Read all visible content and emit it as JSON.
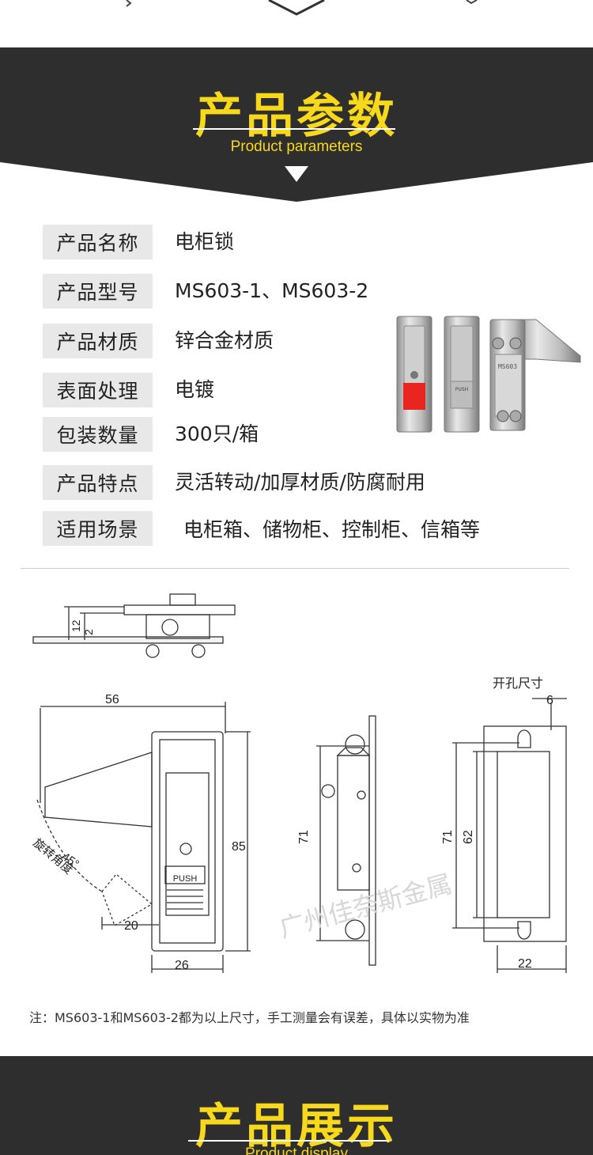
{
  "section1": {
    "title": "产品参数",
    "subtitle": "Product parameters"
  },
  "params": [
    {
      "label": "产品名称",
      "value": "电柜锁"
    },
    {
      "label": "产品型号",
      "value": "MS603-1、MS603-2"
    },
    {
      "label": "产品材质",
      "value": "锌合金材质"
    },
    {
      "label": "表面处理",
      "value": "电镀"
    },
    {
      "label": "包装数量",
      "value": "300只/箱"
    },
    {
      "label": "产品特点",
      "value": "灵活转动/加厚材质/防腐耐用"
    },
    {
      "label": "适用场景",
      "value": "电柜箱、储物柜、控制柜、信箱等"
    }
  ],
  "photo": {
    "lock_marking": "MS603",
    "push_label": "PUSH"
  },
  "drawing": {
    "dim_12": "12",
    "dim_2": "2",
    "dim_56": "56",
    "dim_85": "85",
    "dim_45": "45°",
    "rotation_label": "旋转角度",
    "dim_20": "20",
    "dim_26": "26",
    "push_label": "PUSH",
    "dim_71_side": "71",
    "cutout_label": "开孔尺寸",
    "dim_6": "6",
    "dim_71_cut": "71",
    "dim_62": "62",
    "dim_22": "22",
    "watermark": "广州佳奈斯金属"
  },
  "note": "注：MS603-1和MS603-2都为以上尺寸，手工测量会有误差，具体以实物为准",
  "section2": {
    "title": "产品展示",
    "subtitle": "Product display"
  },
  "colors": {
    "band": "#2e2e2e",
    "accent_yellow": "#f7d81a",
    "label_bg": "#e8e8e8",
    "button_red": "#e8261f"
  }
}
